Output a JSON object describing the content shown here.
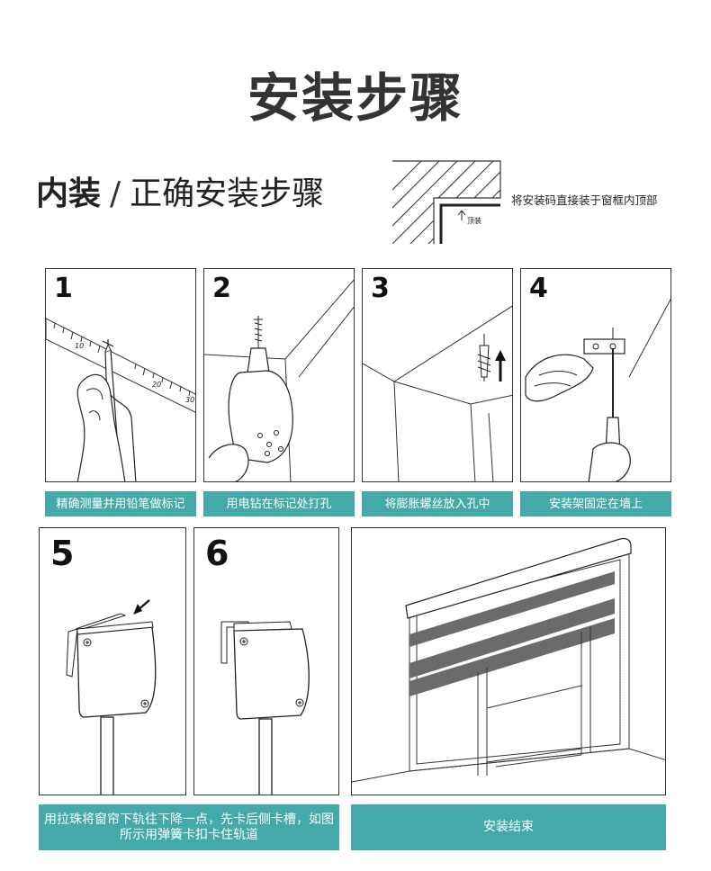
{
  "page": {
    "title": "安装步骤",
    "subtitle_bold": "内装",
    "subtitle_slash": "/",
    "subtitle_rest": "正确安装步骤",
    "mount_note": "将安装码直接装于窗框内顶部",
    "mount_label": "顶装"
  },
  "steps": [
    {
      "number": "1",
      "caption": "精确测量并用铅笔做标记",
      "ruler_marks": [
        "10",
        "20",
        "30"
      ]
    },
    {
      "number": "2",
      "caption": "用电钻在标记处打孔"
    },
    {
      "number": "3",
      "caption": "将膨胀螺丝放入孔中"
    },
    {
      "number": "4",
      "caption": "安装架固定在墙上"
    },
    {
      "number": "5",
      "caption": "用拉珠将窗帘下轨往下降一点，先卡后侧卡槽，如图所示用弹簧卡扣卡住轨道"
    },
    {
      "number": "6",
      "caption": ""
    },
    {
      "number": "",
      "caption": "安装结束"
    }
  ],
  "colors": {
    "caption_bg": "#44a9a9",
    "caption_text": "#ffffff",
    "stripe": "#6b6b6b"
  },
  "icons": [
    "hand-pencil-icon",
    "drill-icon",
    "anchor-screw-icon",
    "screwdriver-icon",
    "bracket-icon",
    "blind-installed-icon"
  ]
}
